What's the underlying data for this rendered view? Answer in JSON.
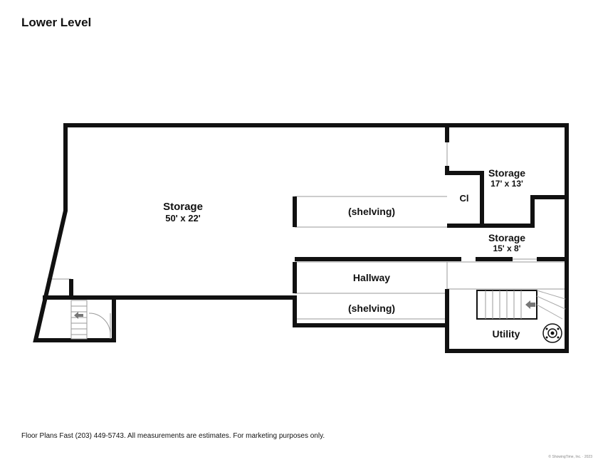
{
  "plan": {
    "title": "Lower Level",
    "rooms": {
      "storage_main": {
        "name": "Storage",
        "size": "50' x 22'"
      },
      "storage_right_top": {
        "name": "Storage",
        "size": "17' x 13'"
      },
      "closet": {
        "name": "Cl"
      },
      "storage_right_mid": {
        "name": "Storage",
        "size": "15' x 8'"
      },
      "hallway": {
        "name": "Hallway"
      },
      "shelving_upper": {
        "name": "(shelving)"
      },
      "shelving_lower": {
        "name": "(shelving)"
      },
      "utility": {
        "name": "Utility"
      }
    },
    "footer": "Floor Plans Fast (203) 449-5743.  All measurements are estimates.  For marketing purposes only.",
    "copyright": "© ShowingTime, Inc. · 2023"
  },
  "colors": {
    "wall": "#111111",
    "line": "#999999",
    "background": "#ffffff"
  }
}
